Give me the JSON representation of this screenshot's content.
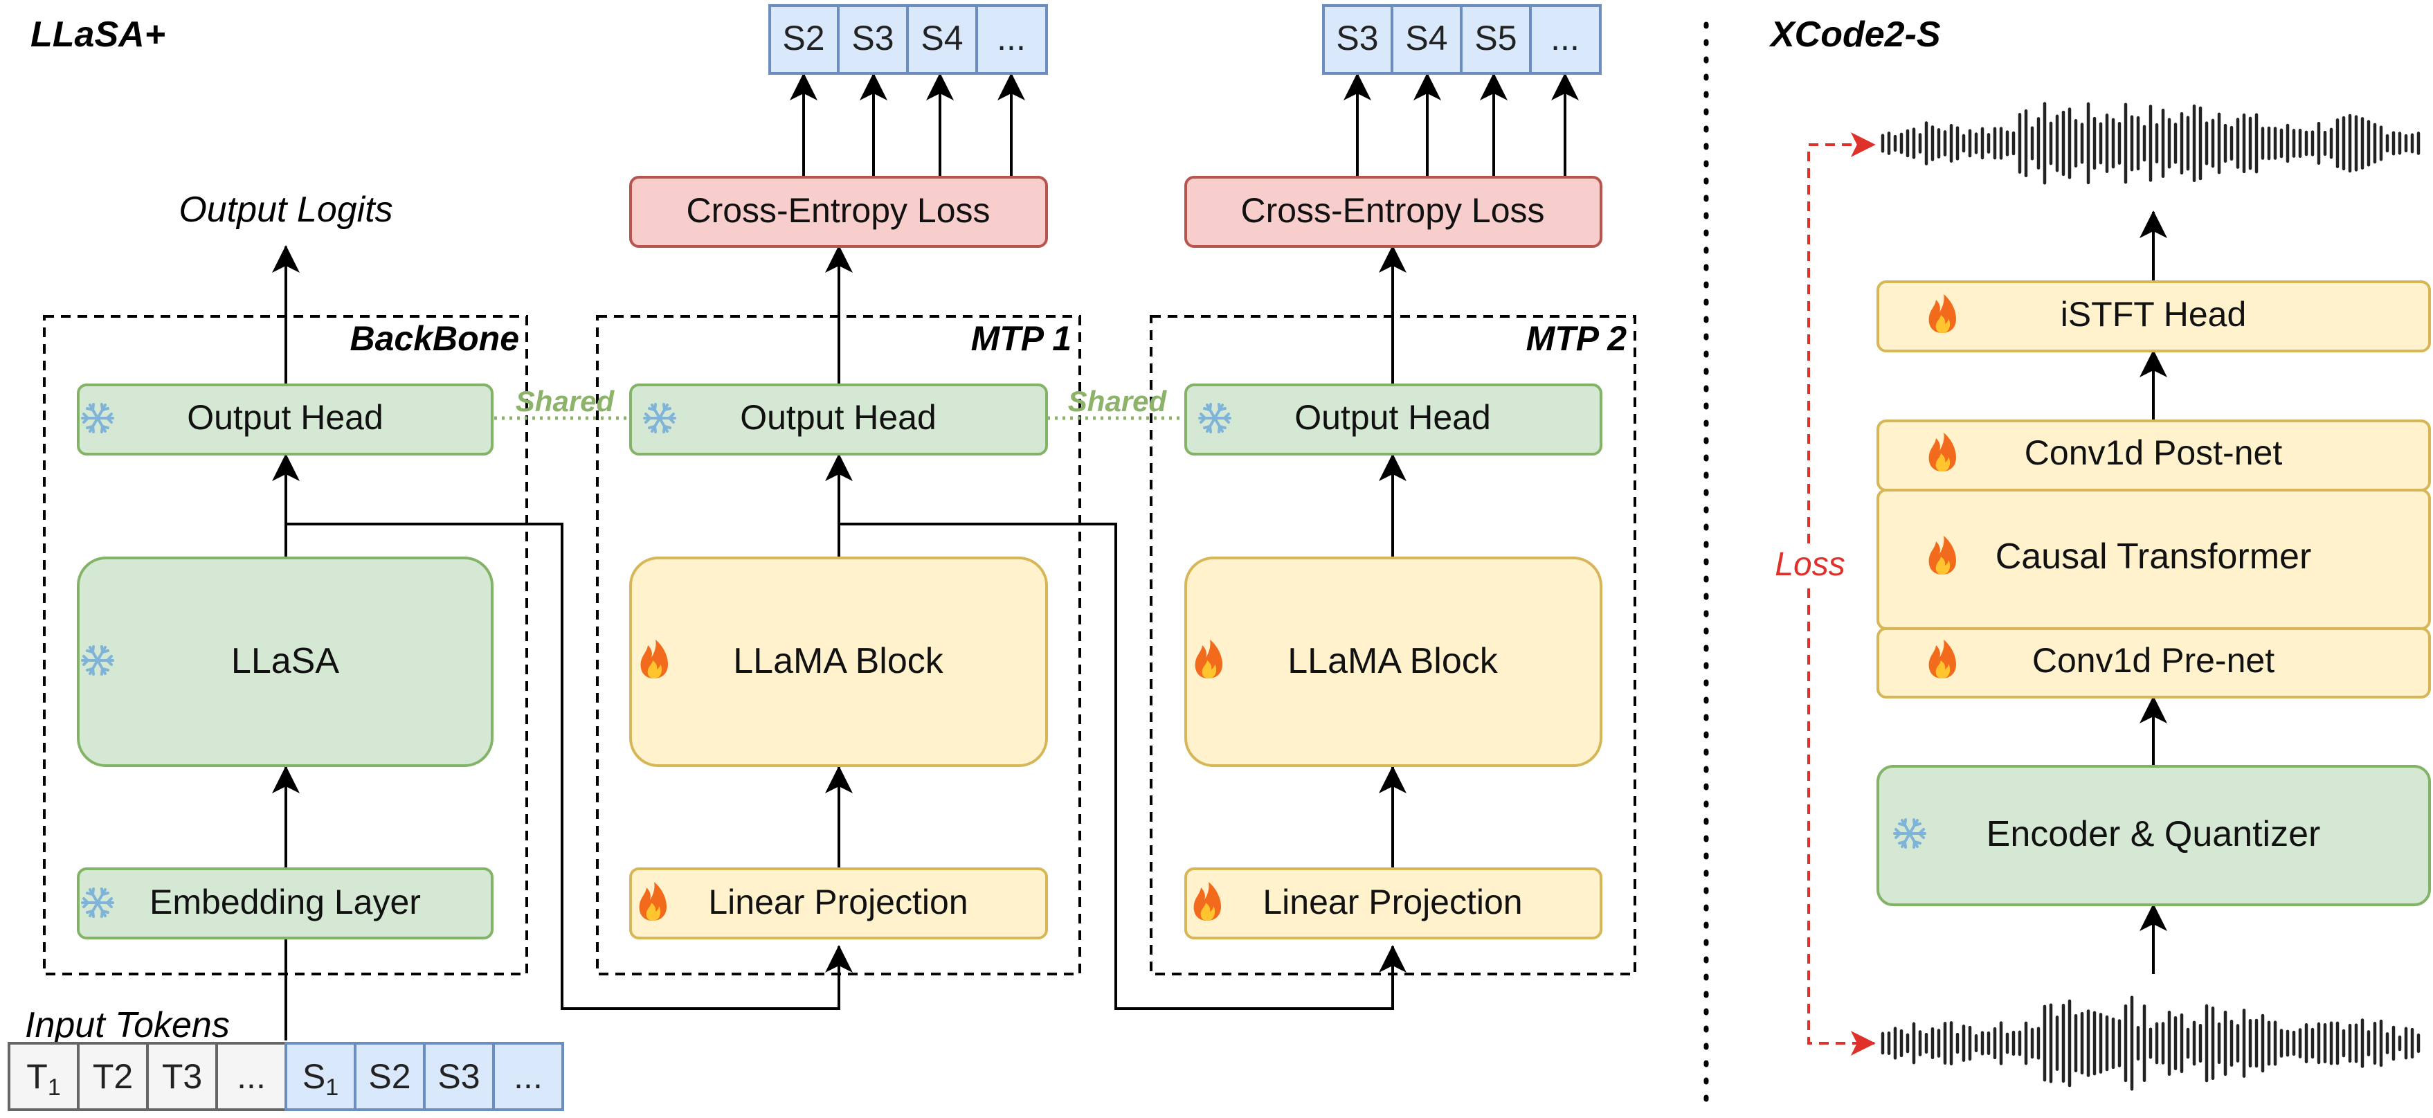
{
  "colors": {
    "green_fill": "#d5e8d4",
    "green_stroke": "#82b366",
    "yellow_fill": "#fff2cc",
    "yellow_stroke": "#d6b656",
    "red_fill": "#f8cecc",
    "red_stroke": "#b85450",
    "blue_fill": "#dae8fc",
    "blue_stroke": "#6c8ebf",
    "gray_fill": "#f5f5f5",
    "gray_stroke": "#666666",
    "loss_red": "#e0302a",
    "shared_green": "#8cb369"
  },
  "icons": {
    "frozen": "snowflake-icon",
    "trainable": "fire-icon"
  },
  "llasa": {
    "title": "LLaSA+",
    "output_logits": "Output Logits",
    "input_tokens_label": "Input Tokens",
    "input_tokens": [
      {
        "base": "T",
        "sub": "1"
      },
      {
        "base": "T",
        "sub": "2"
      },
      {
        "base": "T",
        "sub": "3"
      },
      {
        "base": "...",
        "sub": ""
      },
      {
        "base": "S",
        "sub": "1"
      },
      {
        "base": "S",
        "sub": "2"
      },
      {
        "base": "S",
        "sub": "3"
      },
      {
        "base": "...",
        "sub": ""
      }
    ],
    "shared_label": "Shared",
    "backbone": {
      "title": "BackBone",
      "output_head": "Output Head",
      "core": "LLaSA",
      "embedding": "Embedding Layer"
    },
    "mtp1": {
      "title": "MTP 1",
      "output_head": "Output Head",
      "block": "LLaMA Block",
      "projection": "Linear Projection",
      "loss": "Cross-Entropy Loss",
      "targets": [
        {
          "base": "S",
          "sub": "2"
        },
        {
          "base": "S",
          "sub": "3"
        },
        {
          "base": "S",
          "sub": "4"
        },
        {
          "base": "...",
          "sub": ""
        }
      ]
    },
    "mtp2": {
      "title": "MTP 2",
      "output_head": "Output Head",
      "block": "LLaMA Block",
      "projection": "Linear Projection",
      "loss": "Cross-Entropy Loss",
      "targets": [
        {
          "base": "S",
          "sub": "3"
        },
        {
          "base": "S",
          "sub": "4"
        },
        {
          "base": "S",
          "sub": "5"
        },
        {
          "base": "...",
          "sub": ""
        }
      ]
    }
  },
  "xcode": {
    "title": "XCode2-S",
    "loss_label": "Loss",
    "modules": {
      "istft": "iSTFT Head",
      "postnet": "Conv1d Post-net",
      "transformer": "Causal Transformer",
      "prenet": "Conv1d Pre-net",
      "encoder": "Encoder & Quantizer"
    }
  }
}
